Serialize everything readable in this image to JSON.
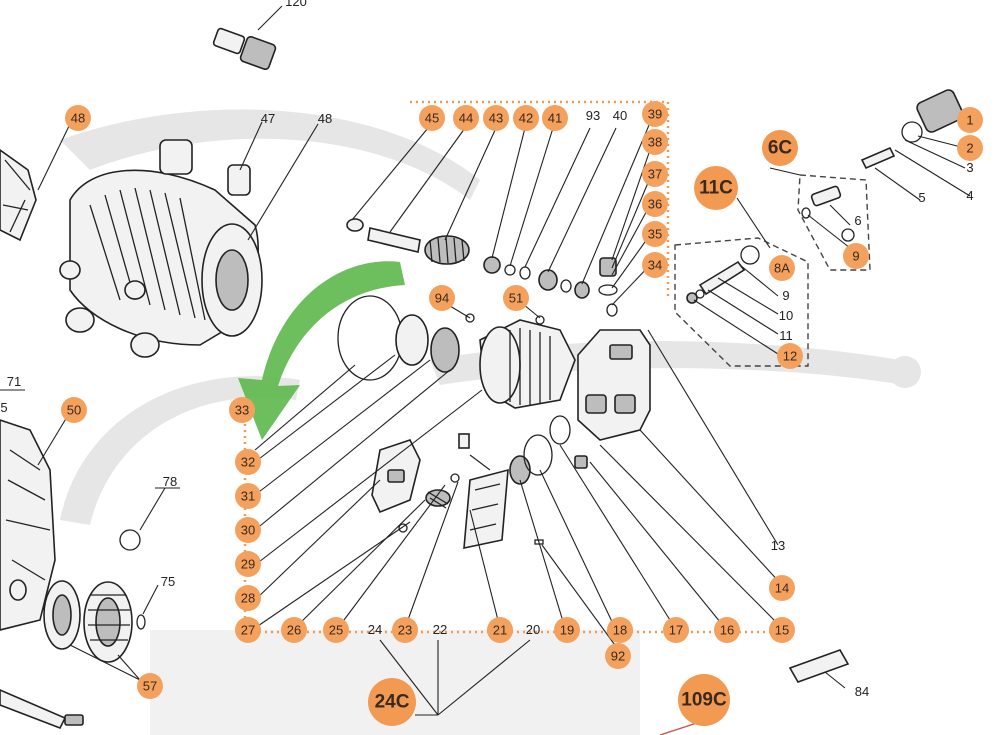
{
  "diagram": {
    "callouts": [
      {
        "id": "c48a",
        "label": "48"
      },
      {
        "id": "c45",
        "label": "45"
      },
      {
        "id": "c44",
        "label": "44"
      },
      {
        "id": "c43",
        "label": "43"
      },
      {
        "id": "c42",
        "label": "42"
      },
      {
        "id": "c41",
        "label": "41"
      },
      {
        "id": "c39",
        "label": "39"
      },
      {
        "id": "c38",
        "label": "38"
      },
      {
        "id": "c37",
        "label": "37"
      },
      {
        "id": "c36",
        "label": "36"
      },
      {
        "id": "c35",
        "label": "35"
      },
      {
        "id": "c34",
        "label": "34"
      },
      {
        "id": "c94",
        "label": "94"
      },
      {
        "id": "c51",
        "label": "51"
      },
      {
        "id": "c33",
        "label": "33"
      },
      {
        "id": "c32",
        "label": "32"
      },
      {
        "id": "c31",
        "label": "31"
      },
      {
        "id": "c30",
        "label": "30"
      },
      {
        "id": "c29",
        "label": "29"
      },
      {
        "id": "c28",
        "label": "28"
      },
      {
        "id": "c27",
        "label": "27"
      },
      {
        "id": "c26",
        "label": "26"
      },
      {
        "id": "c25",
        "label": "25"
      },
      {
        "id": "c23",
        "label": "23"
      },
      {
        "id": "c21",
        "label": "21"
      },
      {
        "id": "c19",
        "label": "19"
      },
      {
        "id": "c18",
        "label": "18"
      },
      {
        "id": "c17",
        "label": "17"
      },
      {
        "id": "c16",
        "label": "16"
      },
      {
        "id": "c15",
        "label": "15"
      },
      {
        "id": "c14",
        "label": "14"
      },
      {
        "id": "c92",
        "label": "92"
      },
      {
        "id": "c50",
        "label": "50"
      },
      {
        "id": "c57",
        "label": "57"
      },
      {
        "id": "c1",
        "label": "1"
      },
      {
        "id": "c2",
        "label": "2"
      },
      {
        "id": "c8a",
        "label": "8A"
      },
      {
        "id": "c12",
        "label": "12"
      },
      {
        "id": "c9b",
        "label": "9"
      }
    ],
    "big_callouts": [
      {
        "id": "b6c",
        "label": "6C"
      },
      {
        "id": "b11c",
        "label": "11C"
      },
      {
        "id": "b24c",
        "label": "24C"
      },
      {
        "id": "b109c",
        "label": "109C"
      }
    ],
    "plain_labels": [
      {
        "id": "t120",
        "label": "120"
      },
      {
        "id": "t47",
        "label": "47"
      },
      {
        "id": "t48",
        "label": "48"
      },
      {
        "id": "t93",
        "label": "93"
      },
      {
        "id": "t40",
        "label": "40"
      },
      {
        "id": "t3",
        "label": "3"
      },
      {
        "id": "t4",
        "label": "4"
      },
      {
        "id": "t5",
        "label": "5"
      },
      {
        "id": "t6",
        "label": "6"
      },
      {
        "id": "t9",
        "label": "9"
      },
      {
        "id": "t10",
        "label": "10"
      },
      {
        "id": "t11",
        "label": "11"
      },
      {
        "id": "t13",
        "label": "13"
      },
      {
        "id": "t71",
        "label": "71"
      },
      {
        "id": "t78",
        "label": "78"
      },
      {
        "id": "t75",
        "label": "75"
      },
      {
        "id": "t84",
        "label": "84"
      },
      {
        "id": "t24",
        "label": "24"
      },
      {
        "id": "t22",
        "label": "22"
      },
      {
        "id": "t20",
        "label": "20"
      },
      {
        "id": "t5b",
        "label": "5"
      }
    ],
    "colors": {
      "callout": "#f5a15e",
      "arrow": "#5cb84a",
      "line": "#222222",
      "watermark": "#e6e6e6"
    }
  }
}
